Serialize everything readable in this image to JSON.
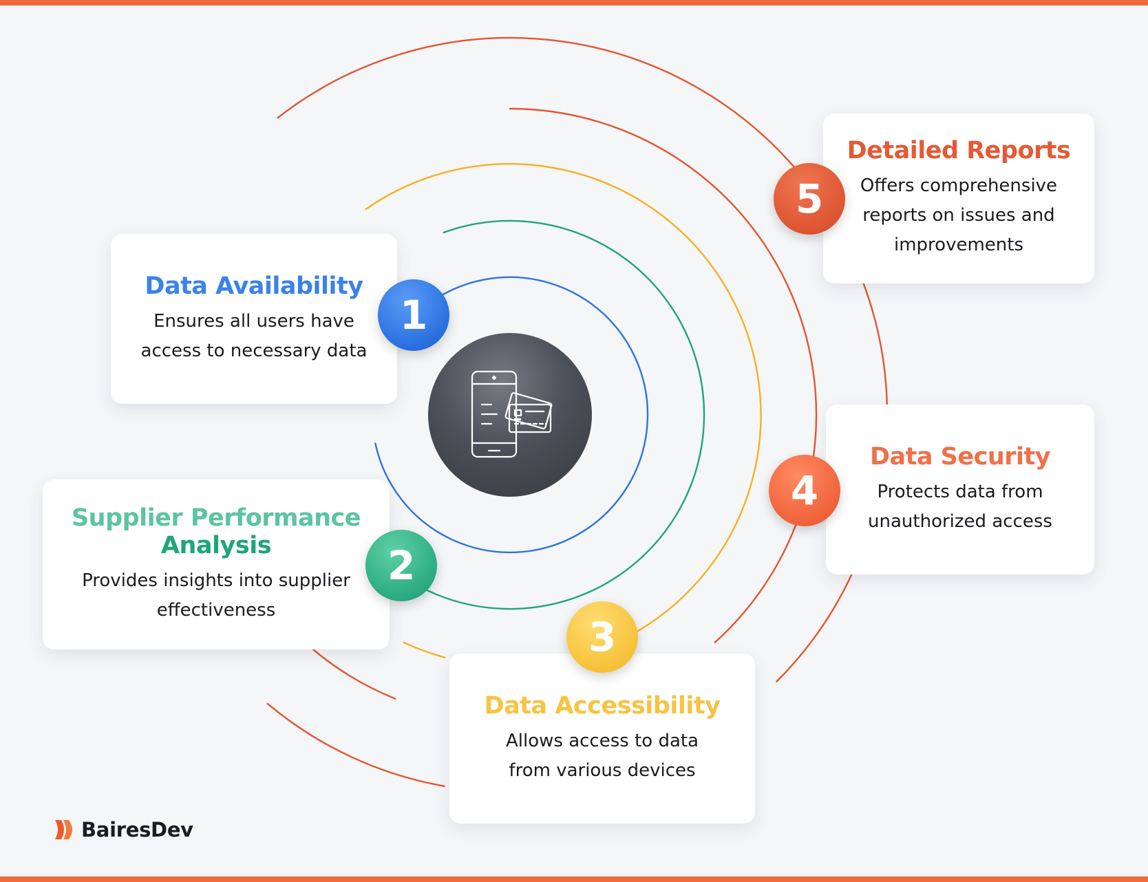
{
  "colors": {
    "orange_bar": "#ef6a3c",
    "blue": "#3b82ea",
    "green": "#34b58b",
    "yellow": "#f6c443",
    "orange": "#f07048",
    "red_orange": "#e45a36",
    "ring_blue": "#2e72e0",
    "ring_green": "#1fa57a",
    "ring_yellow": "#f5b21f",
    "ring_orange": "#e5552e"
  },
  "center": {
    "icon": "mobile-payment-icon"
  },
  "items": [
    {
      "number": "1",
      "title": "Data Availability",
      "desc_line1": "Ensures all users have",
      "desc_line2": "access to necessary data"
    },
    {
      "number": "2",
      "title_line1": "Supplier Performance",
      "title_line2": "Analysis",
      "desc_line1": "Provides insights into supplier",
      "desc_line2": "effectiveness"
    },
    {
      "number": "3",
      "title": "Data Accessibility",
      "desc_line1": "Allows access to data",
      "desc_line2": "from various devices"
    },
    {
      "number": "4",
      "title": "Data Security",
      "desc_line1": "Protects data from",
      "desc_line2": "unauthorized access"
    },
    {
      "number": "5",
      "title": "Detailed Reports",
      "desc_line1": "Offers comprehensive",
      "desc_line2": "reports on issues and",
      "desc_line3": "improvements"
    }
  ],
  "brand": {
    "name": "BairesDev",
    "icon": "bairesdev-logo-icon"
  }
}
